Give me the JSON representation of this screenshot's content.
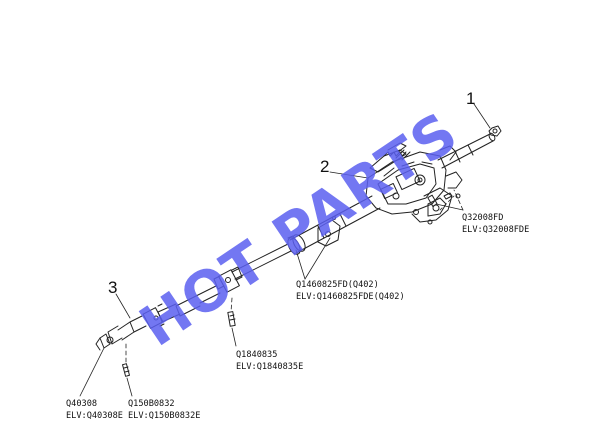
{
  "watermark": {
    "text": "HOT PARTS",
    "color": "#5a5ff0"
  },
  "callouts": [
    {
      "id": "1",
      "label": "1"
    },
    {
      "id": "2",
      "label": "2"
    },
    {
      "id": "3",
      "label": "3"
    }
  ],
  "part_labels": {
    "top_right": {
      "code": "Q32008FD",
      "elv": "ELV:Q32008FDE"
    },
    "middle": {
      "code": "Q1460825FD(Q402)",
      "elv": "ELV:Q1460825FDE(Q402)"
    },
    "center_bottom": {
      "code": "Q1840835",
      "elv": "ELV:Q1840835E"
    },
    "bottom_left_a": {
      "code": "Q40308",
      "elv": "ELV:Q40308E"
    },
    "bottom_left_b": {
      "code": "Q150B0832",
      "elv": "ELV:Q150B0832E"
    }
  },
  "colors": {
    "line": "#222222",
    "background": "#ffffff",
    "watermark": "#5a5ff0"
  }
}
